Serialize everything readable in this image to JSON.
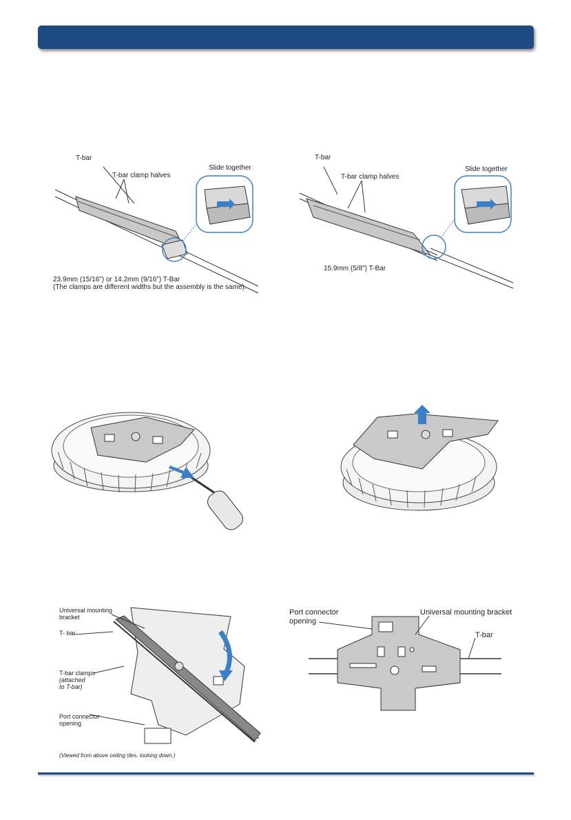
{
  "colors": {
    "header": "#1e4a82",
    "accent_arrow": "#3b7fc4",
    "gray_metal": "#c8c8c8"
  },
  "fig1": {
    "tbar": "T-bar",
    "clamp_halves": "T-bar clamp halves",
    "slide_together": "Slide together",
    "caption_line1": "23.9mm (15/16\") or 14.2mm (9/16\") T-Bar",
    "caption_line2": "(The clamps are different widths but the assembly is the same)."
  },
  "fig2": {
    "tbar": "T-bar",
    "clamp_halves": "T-bar clamp halves",
    "slide_together": "Slide together",
    "caption": "15.9mm (5/8\") T-Bar"
  },
  "fig5": {
    "umb_line1": "Universal mounting",
    "umb_line2": "bracket",
    "tbar": "T- bar",
    "clamps_line1": "T-bar clamps",
    "clamps_line2": "(attached",
    "clamps_line3": "to T-bar)",
    "port_line1": "Port connector",
    "port_line2": "opening",
    "note": "(Viewed from above ceiling tiles, looking down.)"
  },
  "fig6": {
    "port_line1": "Port connector",
    "port_line2": "opening",
    "umb": "Universal mounting bracket",
    "tbar": "T-bar"
  }
}
